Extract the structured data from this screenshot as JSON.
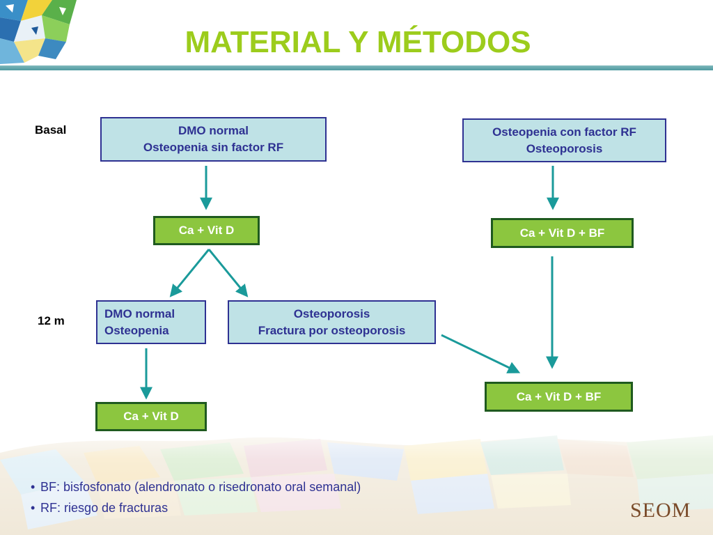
{
  "slide": {
    "title": "MATERIAL Y MÉTODOS",
    "brand": "SEOM"
  },
  "stages": {
    "basal": "Basal",
    "month12": "12 m"
  },
  "boxes": {
    "basal_left": [
      "DMO normal",
      "Osteopenia sin factor RF"
    ],
    "basal_right": [
      "Osteopenia con factor RF",
      "Osteoporosis"
    ],
    "treat_left": "Ca + Vit D",
    "treat_right": "Ca + Vit D + BF",
    "m12_a": [
      "DMO normal",
      "Osteopenia"
    ],
    "m12_b": [
      "Osteoporosis",
      "Fractura por osteoporosis"
    ],
    "final_a": "Ca + Vit D",
    "final_b": "Ca + Vit D + BF"
  },
  "footnotes": [
    "BF: bisfosfonato (alendronato o risedronato oral semanal)",
    "RF: riesgo de fracturas"
  ],
  "colors": {
    "title": "#9ccc1c",
    "box_blue_fill": "#bfe2e6",
    "box_blue_border": "#2e3192",
    "box_green_fill": "#8cc63f",
    "arrow": "#1a9a9a"
  }
}
